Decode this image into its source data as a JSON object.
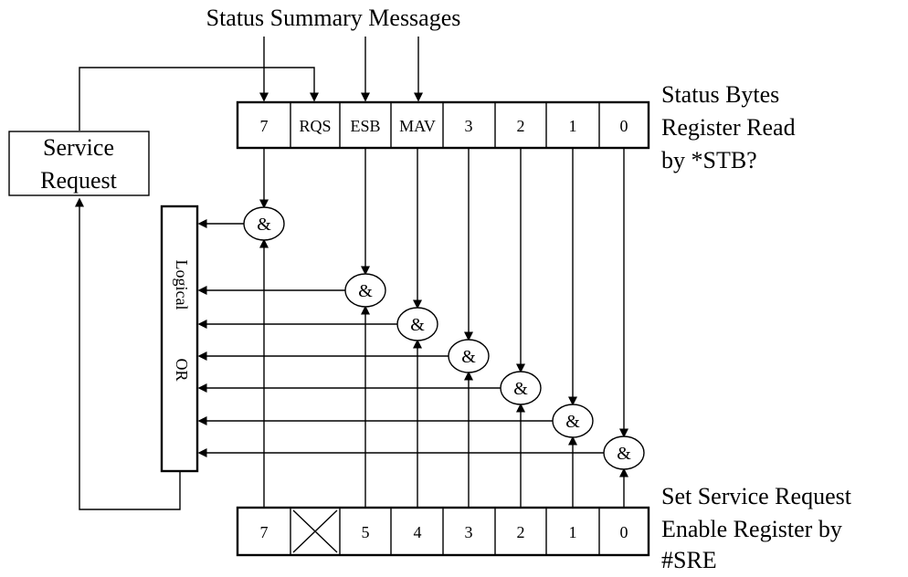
{
  "summary_label": "Status Summary Messages",
  "status_register": {
    "caption": [
      "Status Bytes",
      "Register Read",
      "by *STB?"
    ],
    "bits": [
      "7",
      "RQS",
      "ESB",
      "MAV",
      "3",
      "2",
      "1",
      "0"
    ]
  },
  "enable_register": {
    "caption": [
      "Set Service Request",
      "Enable Register by",
      "#SRE"
    ],
    "bits": [
      "7",
      "",
      "5",
      "4",
      "3",
      "2",
      "1",
      "0"
    ]
  },
  "service_request": {
    "lines": [
      "Service",
      "Request"
    ]
  },
  "logical_or": {
    "words": [
      "Logical",
      "OR"
    ]
  },
  "and_gate_label": "&"
}
